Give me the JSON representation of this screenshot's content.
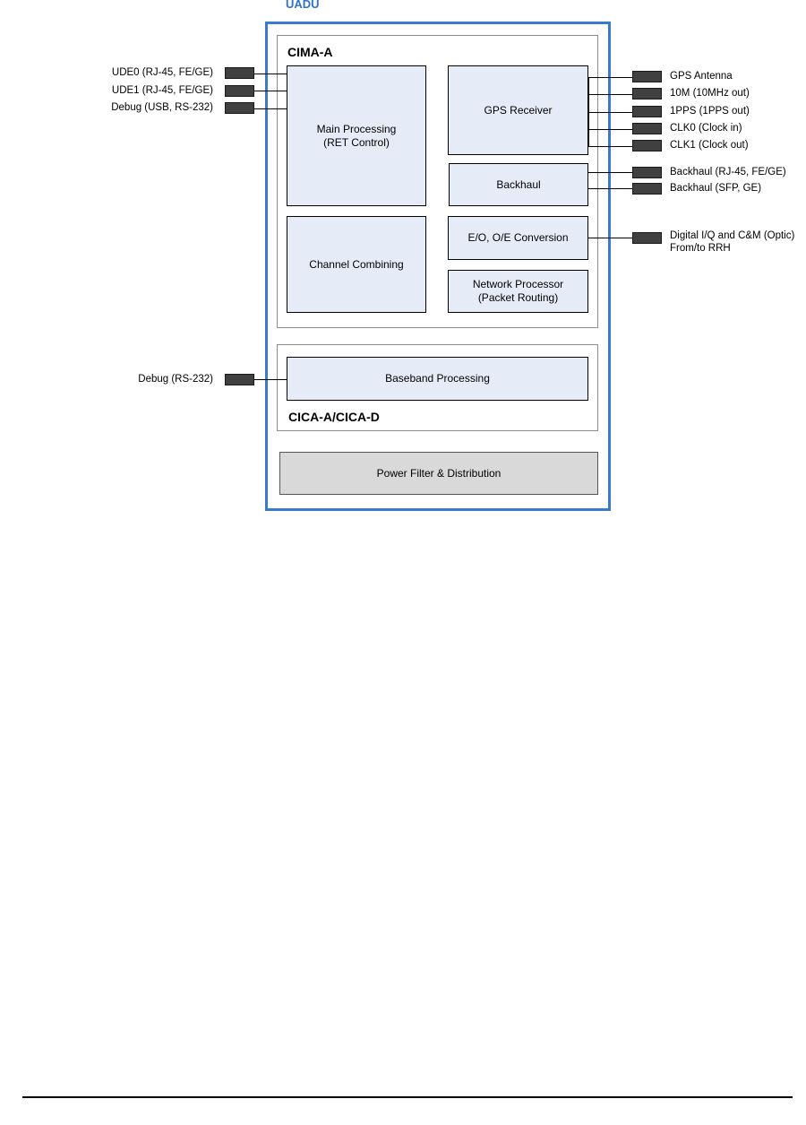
{
  "diagram": {
    "title": "UADU",
    "groups": {
      "cima": "CIMA-A",
      "cica": "CICA-A/CICA-D"
    },
    "blocks": {
      "main_processing": "Main Processing\n(RET Control)",
      "gps_receiver": "GPS Receiver",
      "backhaul": "Backhaul",
      "channel_combining": "Channel Combining",
      "eo_conversion": "E/O, O/E Conversion",
      "network_processor": "Network Processor\n(Packet Routing)",
      "baseband_processing": "Baseband Processing",
      "power_filter": "Power Filter & Distribution"
    },
    "left_ports": [
      "UDE0 (RJ-45, FE/GE)",
      "UDE1 (RJ-45, FE/GE)",
      "Debug (USB, RS-232)",
      "Debug (RS-232)"
    ],
    "right_ports": [
      "GPS Antenna",
      "10M (10MHz out)",
      "1PPS (1PPS out)",
      "CLK0 (Clock in)",
      "CLK1 (Clock out)",
      "Backhaul (RJ-45, FE/GE)",
      "Backhaul (SFP, GE)",
      "Digital I/Q and C&M (Optic)\nFrom/to RRH"
    ]
  }
}
